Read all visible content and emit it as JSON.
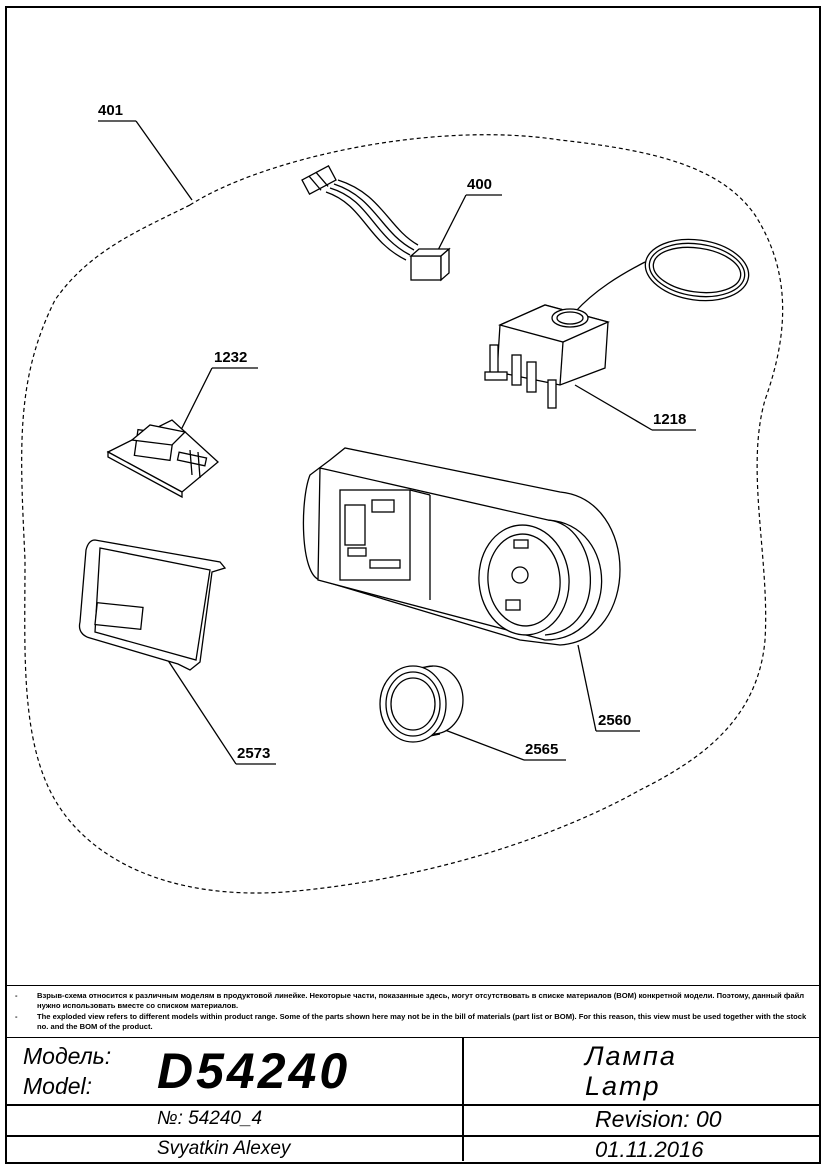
{
  "callouts": [
    {
      "id": "401",
      "label": "401"
    },
    {
      "id": "400",
      "label": "400"
    },
    {
      "id": "1232",
      "label": "1232"
    },
    {
      "id": "1218",
      "label": "1218"
    },
    {
      "id": "2560",
      "label": "2560"
    },
    {
      "id": "2573",
      "label": "2573"
    },
    {
      "id": "2565",
      "label": "2565"
    }
  ],
  "notes": {
    "dash": "-",
    "ru": "Взрыв-схема относится к различным моделям в продуктовой линейке.  Некоторые части, показанные здесь, могут отсутствовать в списке материалов (BOM) конкретной модели. Поэтому, данный файл нужно использовать вместе со списком материалов.",
    "en": "The exploded view refers to different models within product range. Some of the parts shown here may not be in the bill of materials (part list or BOM). For this reason, this view must be used together with the stock no. and the BOM of the product."
  },
  "title_block": {
    "model_label_ru": "Модель:",
    "model_label_en": "Model:",
    "model_number": "D54240",
    "name_ru": "Лампа",
    "name_en": "Lamp",
    "doc_number": "№: 54240_4",
    "revision": "Revision: 00",
    "author": "Svyatkin Alexey",
    "date": "01.11.2016"
  }
}
